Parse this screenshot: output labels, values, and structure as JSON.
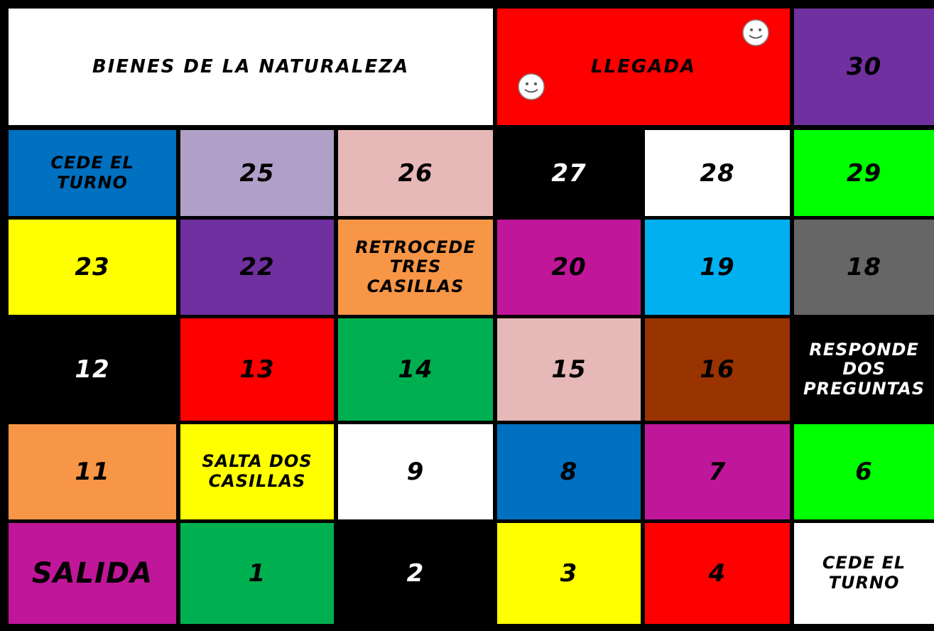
{
  "board": {
    "title": "BIENES DE LA NATURALEZA",
    "finish": "LLEGADA",
    "start": "SALIDA",
    "tokens": [
      "smiley-face",
      "smiley-face"
    ],
    "rows": [
      [
        {
          "lines": [
            "30"
          ],
          "bg": "#7030a0",
          "fg": "#000000"
        }
      ],
      [
        {
          "lines": [
            "CEDE EL",
            "TURNO"
          ],
          "bg": "#0070c0",
          "fg": "#000000"
        },
        {
          "lines": [
            "25"
          ],
          "bg": "#b0a0c8",
          "fg": "#000000"
        },
        {
          "lines": [
            "26"
          ],
          "bg": "#e6b8b7",
          "fg": "#000000"
        },
        {
          "lines": [
            "27"
          ],
          "bg": "#000000",
          "fg": "#ffffff"
        },
        {
          "lines": [
            "28"
          ],
          "bg": "#ffffff",
          "fg": "#000000"
        },
        {
          "lines": [
            "29"
          ],
          "bg": "#00ff00",
          "fg": "#000000"
        }
      ],
      [
        {
          "lines": [
            "23"
          ],
          "bg": "#ffff00",
          "fg": "#000000"
        },
        {
          "lines": [
            "22"
          ],
          "bg": "#7030a0",
          "fg": "#000000"
        },
        {
          "lines": [
            "RETROCEDE",
            "TRES",
            "CASILLAS"
          ],
          "bg": "#f79646",
          "fg": "#000000"
        },
        {
          "lines": [
            "20"
          ],
          "bg": "#c0169a",
          "fg": "#000000"
        },
        {
          "lines": [
            "19"
          ],
          "bg": "#00b0f0",
          "fg": "#000000"
        },
        {
          "lines": [
            "18"
          ],
          "bg": "#666666",
          "fg": "#000000"
        }
      ],
      [
        {
          "lines": [
            "12"
          ],
          "bg": "#000000",
          "fg": "#ffffff"
        },
        {
          "lines": [
            "13"
          ],
          "bg": "#ff0000",
          "fg": "#000000"
        },
        {
          "lines": [
            "14"
          ],
          "bg": "#00b050",
          "fg": "#000000"
        },
        {
          "lines": [
            "15"
          ],
          "bg": "#e6b8b7",
          "fg": "#000000"
        },
        {
          "lines": [
            "16"
          ],
          "bg": "#993300",
          "fg": "#000000"
        },
        {
          "lines": [
            "RESPONDE",
            "DOS",
            "PREGUNTAS"
          ],
          "bg": "#000000",
          "fg": "#ffffff"
        }
      ],
      [
        {
          "lines": [
            "11"
          ],
          "bg": "#f79646",
          "fg": "#000000"
        },
        {
          "lines": [
            "SALTA DOS",
            "CASILLAS"
          ],
          "bg": "#ffff00",
          "fg": "#000000"
        },
        {
          "lines": [
            "9"
          ],
          "bg": "#ffffff",
          "fg": "#000000"
        },
        {
          "lines": [
            "8"
          ],
          "bg": "#0070c0",
          "fg": "#000000"
        },
        {
          "lines": [
            "7"
          ],
          "bg": "#c0169a",
          "fg": "#000000"
        },
        {
          "lines": [
            "6"
          ],
          "bg": "#00ff00",
          "fg": "#000000"
        }
      ],
      [
        {
          "lines": [
            "1"
          ],
          "bg": "#00b050",
          "fg": "#000000"
        },
        {
          "lines": [
            "2"
          ],
          "bg": "#000000",
          "fg": "#ffffff"
        },
        {
          "lines": [
            "3"
          ],
          "bg": "#ffff00",
          "fg": "#000000"
        },
        {
          "lines": [
            "4"
          ],
          "bg": "#ff0000",
          "fg": "#000000"
        },
        {
          "lines": [
            "CEDE EL",
            "TURNO"
          ],
          "bg": "#ffffff",
          "fg": "#000000"
        }
      ]
    ]
  },
  "colors": {
    "title_bg": "#ffffff",
    "finish_bg": "#ff0000",
    "start_bg": "#c0169a",
    "border": "#000000"
  }
}
